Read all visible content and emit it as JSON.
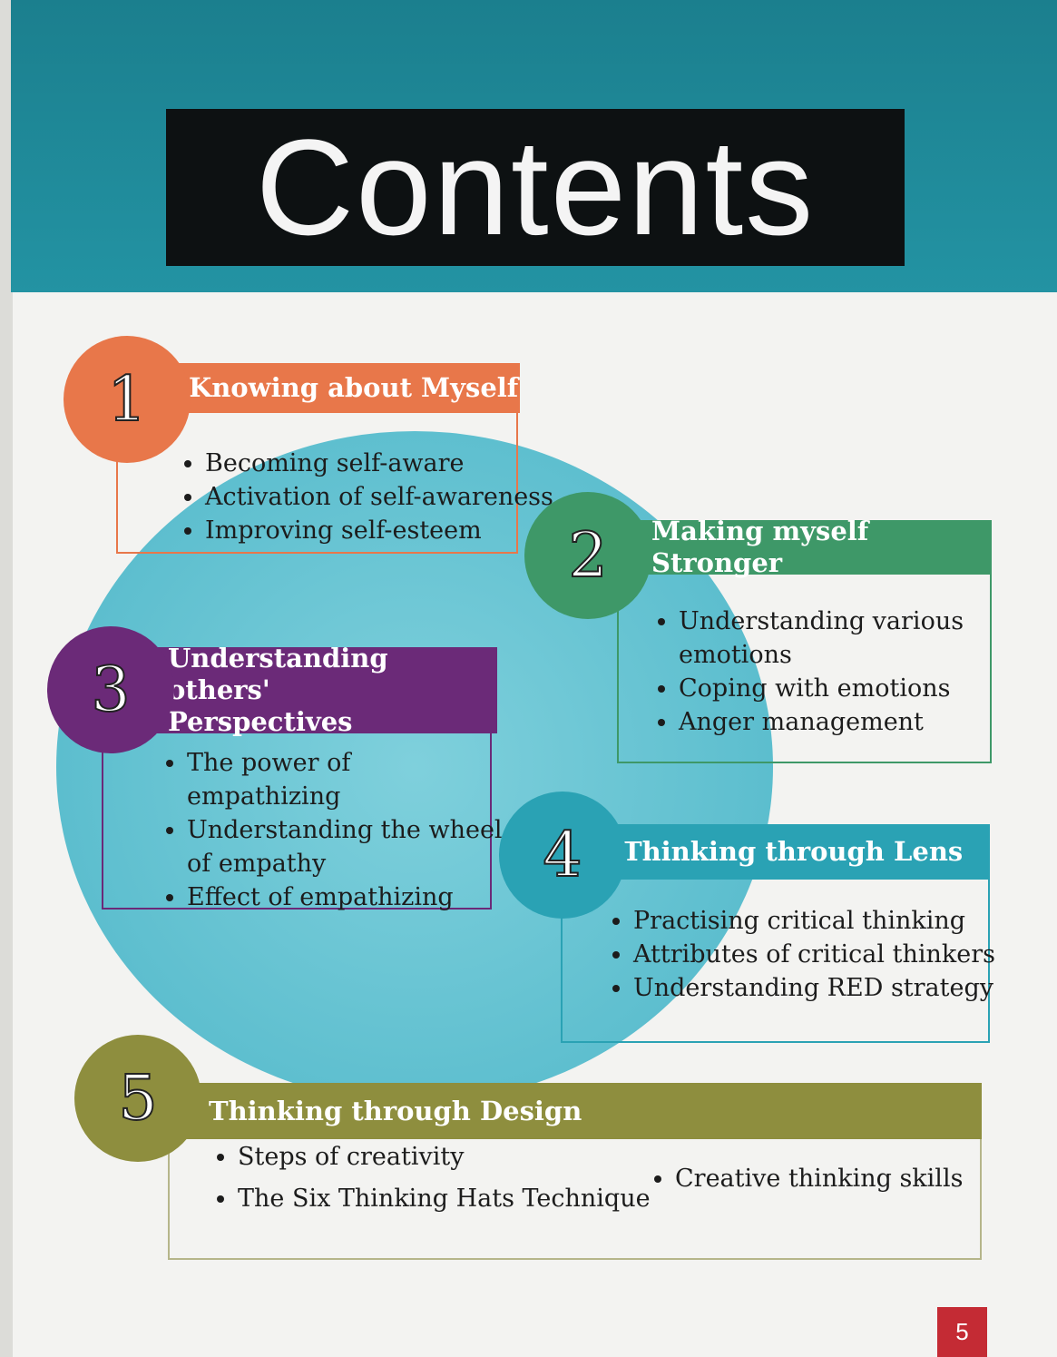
{
  "title": "Contents",
  "sections": [
    {
      "number": "1",
      "title": "Knowing about Myself",
      "color": "#e8774a",
      "items": [
        "Becoming self-aware",
        "Activation of self-awareness",
        "Improving self-esteem"
      ]
    },
    {
      "number": "2",
      "title": "Making myself Stronger",
      "color": "#3e9868",
      "items": [
        "Understanding various emotions",
        "Coping with emotions",
        "Anger management"
      ]
    },
    {
      "number": "3",
      "title": "Understanding others' Perspectives",
      "color": "#6b2a78",
      "items": [
        "The power of empathizing",
        "Understanding the wheel of empathy",
        "Effect of empathizing"
      ]
    },
    {
      "number": "4",
      "title": "Thinking through Lens",
      "color": "#2aa2b4",
      "items": [
        "Practising critical thinking",
        "Attributes of critical thinkers",
        "Understanding RED strategy"
      ]
    },
    {
      "number": "5",
      "title": "Thinking through Design",
      "color": "#8e8e3e",
      "items": [
        "Steps of creativity",
        "The Six Thinking Hats Technique",
        "Creative thinking skills"
      ]
    }
  ],
  "page_number": "5"
}
